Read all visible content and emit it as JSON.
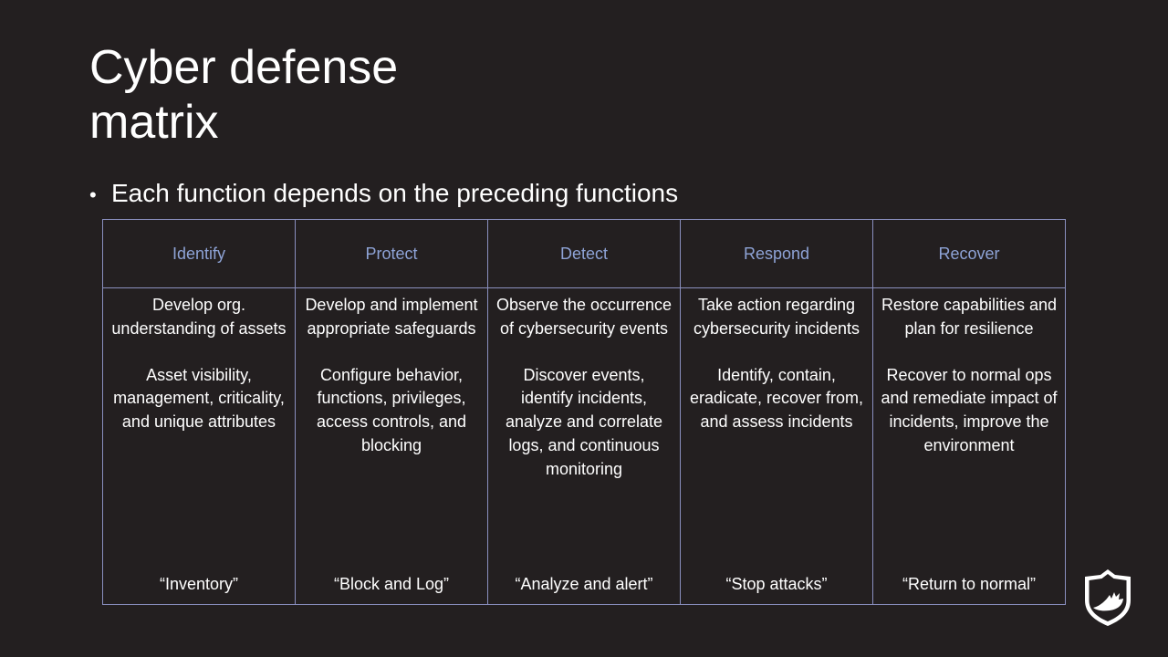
{
  "slide": {
    "title_line1": "Cyber defense",
    "title_line2": "matrix",
    "bullet": "Each function depends on the preceding functions"
  },
  "matrix": {
    "columns": [
      {
        "header": "Identify",
        "summary": "Develop org. understanding of assets",
        "detail": "Asset visibility, management, criticality, and unique attributes",
        "quote": "“Inventory”"
      },
      {
        "header": "Protect",
        "summary": "Develop and implement appropriate safeguards",
        "detail": "Configure behavior, functions, privileges, access controls, and blocking",
        "quote": "“Block and Log”"
      },
      {
        "header": "Detect",
        "summary": "Observe the occurrence of cybersecurity events",
        "detail": "Discover events, identify incidents, analyze and correlate logs, and continuous monitoring",
        "quote": "“Analyze and alert”"
      },
      {
        "header": "Respond",
        "summary": "Take action regarding cybersecurity incidents",
        "detail": "Identify, contain, eradicate, recover from, and assess incidents",
        "quote": "“Stop attacks”"
      },
      {
        "header": "Recover",
        "summary": "Restore capabilities and plan for resilience",
        "detail": "Recover to normal ops and remediate impact of incidents, improve the environment",
        "quote": "“Return to normal”"
      }
    ]
  },
  "colors": {
    "background": "#231f20",
    "header_text": "#8ea3d6",
    "border": "#8a8fbf"
  },
  "icons": {
    "logo": "shield-logo-icon"
  }
}
